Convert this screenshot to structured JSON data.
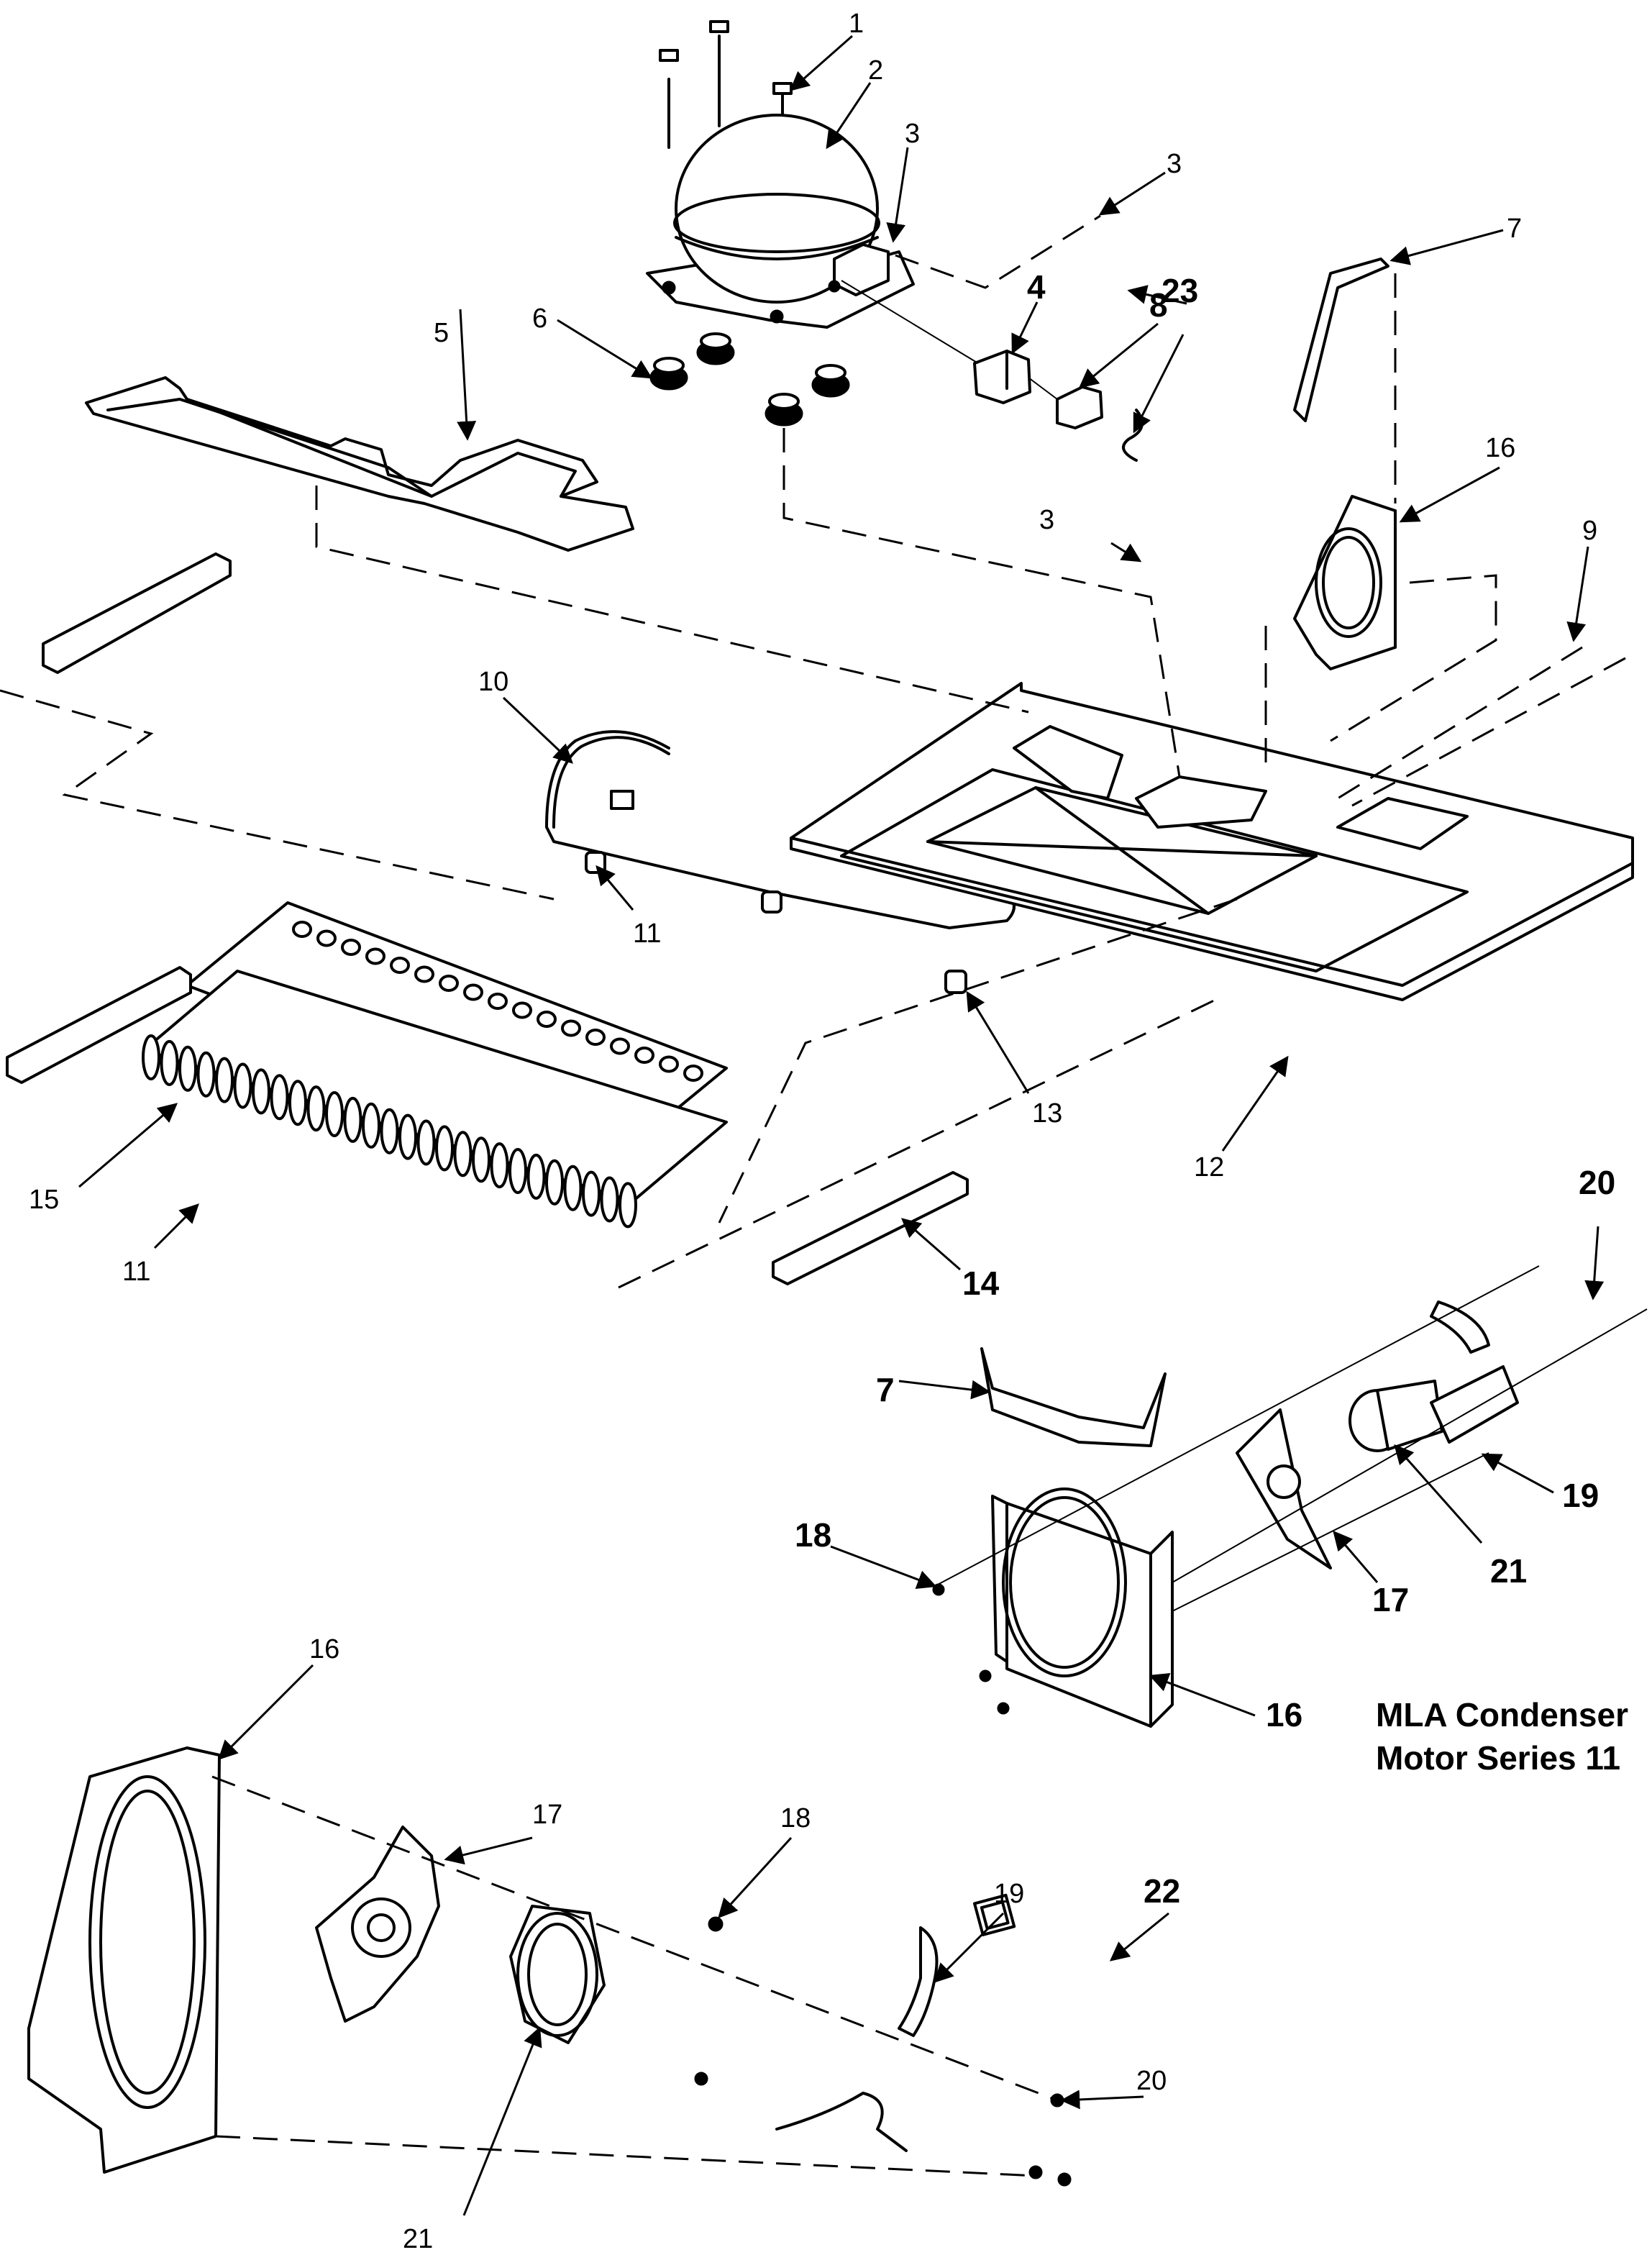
{
  "callouts": [
    {
      "id": "c1",
      "text": "1"
    },
    {
      "id": "c2",
      "text": "2"
    },
    {
      "id": "c3a",
      "text": "3"
    },
    {
      "id": "c3b",
      "text": "3"
    },
    {
      "id": "c3c",
      "text": "3"
    },
    {
      "id": "c4",
      "text": "4"
    },
    {
      "id": "c5",
      "text": "5"
    },
    {
      "id": "c6",
      "text": "6"
    },
    {
      "id": "c7a",
      "text": "7"
    },
    {
      "id": "c7b",
      "text": "7"
    },
    {
      "id": "c8",
      "text": "8"
    },
    {
      "id": "c9",
      "text": "9"
    },
    {
      "id": "c10",
      "text": "10"
    },
    {
      "id": "c11a",
      "text": "11"
    },
    {
      "id": "c11b",
      "text": "11"
    },
    {
      "id": "c12",
      "text": "12"
    },
    {
      "id": "c13",
      "text": "13"
    },
    {
      "id": "c14",
      "text": "14"
    },
    {
      "id": "c15",
      "text": "15"
    },
    {
      "id": "c16a",
      "text": "16"
    },
    {
      "id": "c16b",
      "text": "16"
    },
    {
      "id": "c16c",
      "text": "16"
    },
    {
      "id": "c17a",
      "text": "17"
    },
    {
      "id": "c17b",
      "text": "17"
    },
    {
      "id": "c18a",
      "text": "18"
    },
    {
      "id": "c18b",
      "text": "18"
    },
    {
      "id": "c19a",
      "text": "19"
    },
    {
      "id": "c19b",
      "text": "19"
    },
    {
      "id": "c20a",
      "text": "20"
    },
    {
      "id": "c20b",
      "text": "20"
    },
    {
      "id": "c21a",
      "text": "21"
    },
    {
      "id": "c21b",
      "text": "21"
    },
    {
      "id": "c22",
      "text": "22"
    },
    {
      "id": "c23",
      "text": "23"
    }
  ],
  "caption": {
    "line1": "MLA Condenser",
    "line2": "Motor Series 11"
  }
}
